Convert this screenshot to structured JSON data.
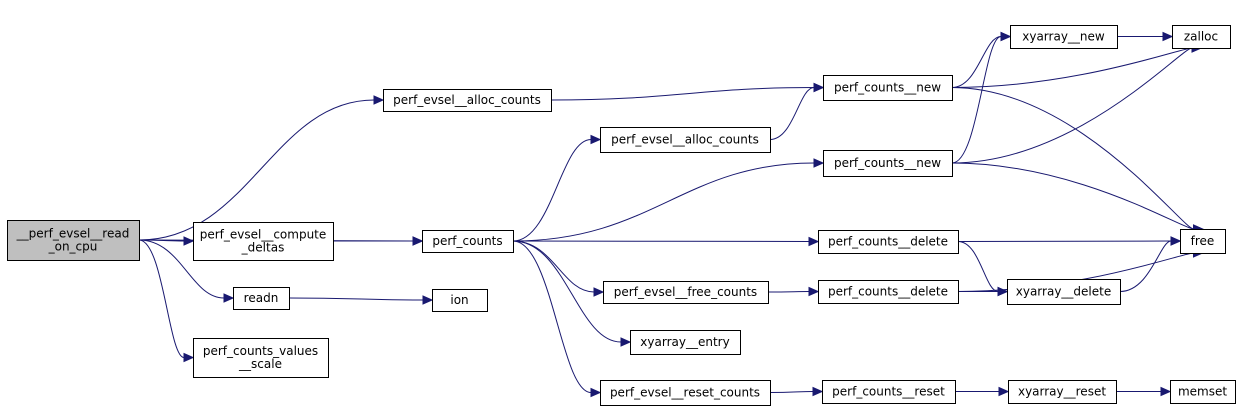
{
  "graph": {
    "nodes": {
      "root": [
        "__perf_evsel__read",
        "_on_cpu"
      ],
      "alloc_counts_top": [
        "perf_evsel__alloc_counts"
      ],
      "compute_deltas": [
        "perf_evsel__compute",
        "_deltas"
      ],
      "readn": [
        "readn"
      ],
      "values_scale": [
        "perf_counts_values",
        "__scale"
      ],
      "perf_counts": [
        "perf_counts"
      ],
      "ion": [
        "ion"
      ],
      "alloc_counts_mid": [
        "perf_evsel__alloc_counts"
      ],
      "free_counts": [
        "perf_evsel__free_counts"
      ],
      "xyarray_entry": [
        "xyarray__entry"
      ],
      "reset_counts": [
        "perf_evsel__reset_counts"
      ],
      "counts_new_1": [
        "perf_counts__new"
      ],
      "counts_new_2": [
        "perf_counts__new"
      ],
      "counts_delete_1": [
        "perf_counts__delete"
      ],
      "counts_delete_2": [
        "perf_counts__delete"
      ],
      "counts_reset": [
        "perf_counts__reset"
      ],
      "xyarray_new": [
        "xyarray__new"
      ],
      "xyarray_delete": [
        "xyarray__delete"
      ],
      "xyarray_reset": [
        "xyarray__reset"
      ],
      "zalloc": [
        "zalloc"
      ],
      "free": [
        "free"
      ],
      "memset": [
        "memset"
      ]
    },
    "edges": [
      [
        "root",
        "alloc_counts_top"
      ],
      [
        "root",
        "perf_counts"
      ],
      [
        "root",
        "compute_deltas"
      ],
      [
        "root",
        "readn"
      ],
      [
        "root",
        "values_scale"
      ],
      [
        "compute_deltas",
        "perf_counts"
      ],
      [
        "readn",
        "ion"
      ],
      [
        "alloc_counts_top",
        "counts_new_1"
      ],
      [
        "perf_counts",
        "alloc_counts_mid"
      ],
      [
        "perf_counts",
        "counts_new_2"
      ],
      [
        "perf_counts",
        "counts_delete_1"
      ],
      [
        "perf_counts",
        "free_counts"
      ],
      [
        "perf_counts",
        "xyarray_entry"
      ],
      [
        "perf_counts",
        "reset_counts"
      ],
      [
        "alloc_counts_mid",
        "counts_new_1"
      ],
      [
        "free_counts",
        "counts_delete_2"
      ],
      [
        "reset_counts",
        "counts_reset"
      ],
      [
        "counts_new_1",
        "xyarray_new"
      ],
      [
        "counts_new_1",
        "zalloc"
      ],
      [
        "counts_new_1",
        "free"
      ],
      [
        "counts_new_2",
        "xyarray_new"
      ],
      [
        "counts_new_2",
        "zalloc"
      ],
      [
        "counts_new_2",
        "free"
      ],
      [
        "counts_delete_1",
        "free"
      ],
      [
        "counts_delete_1",
        "xyarray_delete"
      ],
      [
        "counts_delete_2",
        "xyarray_delete"
      ],
      [
        "counts_delete_2",
        "free"
      ],
      [
        "counts_reset",
        "xyarray_reset"
      ],
      [
        "xyarray_new",
        "zalloc"
      ],
      [
        "xyarray_delete",
        "free"
      ],
      [
        "xyarray_reset",
        "memset"
      ]
    ]
  },
  "colors": {
    "edge": "#191970",
    "root_fill": "#bfbfbf",
    "node_fill": "#ffffff",
    "node_border": "#000000"
  }
}
